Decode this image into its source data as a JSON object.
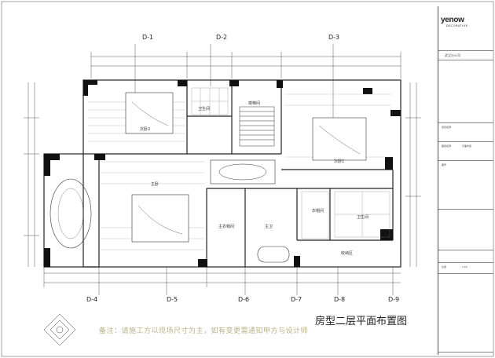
{
  "drawing_title": "房型二层平面布置图",
  "note": "备注：请施工方以现场尺寸为主，如有变更需通知甲方与设计师",
  "axis_top": [
    "D-1",
    "D-2",
    "D-3"
  ],
  "axis_bottom": [
    "D-4",
    "D-5",
    "D-6",
    "D-7",
    "D-8",
    "D-9"
  ],
  "rooms": {
    "second_bedroom": "次卧2",
    "bath2": "卫生间",
    "stair": "楼梯间",
    "bedroom1": "次卧1",
    "master": "主卧",
    "master_closet": "主衣帽间",
    "master_bath": "主卫",
    "closet2": "衣帽间",
    "bath3": "卫生间",
    "storage": "收纳区"
  },
  "title_block": {
    "logo": "yenow",
    "logo_sub": "DECORATIVE",
    "branch": "武汉分公司",
    "project_label": "项目名称",
    "drawing_label": "图纸名称",
    "drawing_value": "平面布置",
    "no_label": "图号",
    "scale_label": "比例",
    "scale_value": "1:50"
  }
}
